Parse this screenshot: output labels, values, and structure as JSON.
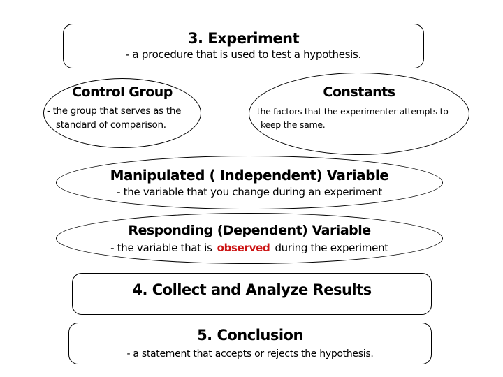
{
  "slide": {
    "background_color": "#ffffff",
    "outline_color": "#000000",
    "highlight_color": "#cc1414"
  },
  "experiment_box": {
    "title": "3. Experiment",
    "subtitle": "- a procedure that is used to test a hypothesis."
  },
  "control_group": {
    "title": "Control Group",
    "body_lines": [
      "- the group that serves as the",
      "standard of comparison."
    ]
  },
  "constants": {
    "title": "Constants",
    "body_lines": [
      "- the factors that the experimenter attempts to",
      "keep the same."
    ]
  },
  "manipulated_variable": {
    "title": "Manipulated ( Independent) Variable",
    "subtitle": "- the variable that you change during an experiment"
  },
  "responding_variable": {
    "title": "Responding (Dependent) Variable",
    "body_prefix": "- the variable that is",
    "body_highlight": "observed",
    "body_suffix": "during the experiment"
  },
  "collect_box": {
    "title": "4. Collect and Analyze Results"
  },
  "conclusion_box": {
    "title": "5. Conclusion",
    "subtitle": "- a statement that accepts or rejects the hypothesis."
  }
}
